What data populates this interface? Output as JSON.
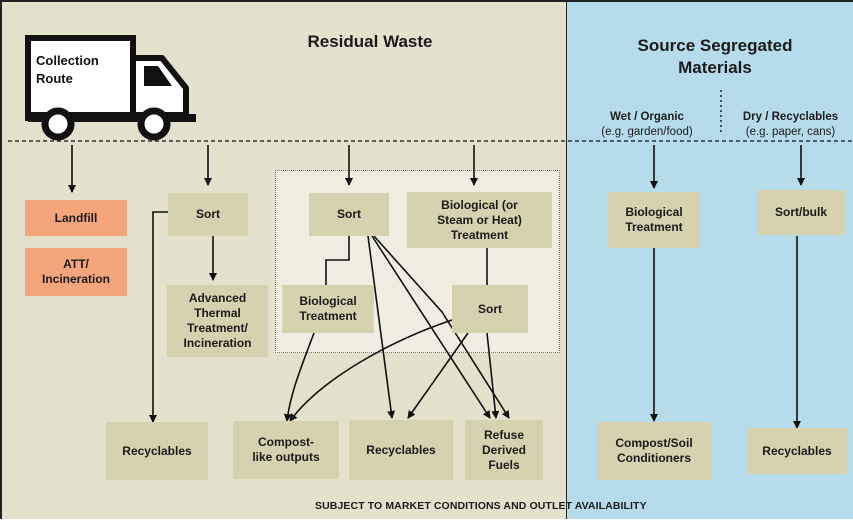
{
  "titles": {
    "residual": "Residual Waste",
    "source": "Source Segregated\nMaterials"
  },
  "truck": {
    "label": "Collection\nRoute"
  },
  "streams": {
    "wet_title": "Wet / Organic",
    "wet_example": "(e.g. garden/food)",
    "dry_title": "Dry / Recyclables",
    "dry_example": "(e.g. paper, cans)"
  },
  "nodes": {
    "landfill": "Landfill",
    "att": "ATT/\nIncineration",
    "sort_1": "Sort",
    "advanced_thermal": "Advanced\nThermal\nTreatment/\nIncineration",
    "sort_2": "Sort",
    "biological_steam": "Biological (or\nSteam or Heat)\nTreatment",
    "biological_treatment_1": "Biological\nTreatment",
    "sort_3": "Sort",
    "recyclables_1": "Recyclables",
    "compost_like": "Compost-\nlike outputs",
    "recyclables_2": "Recyclables",
    "rdf": "Refuse\nDerived\nFuels",
    "biological_treatment_2": "Biological\nTreatment",
    "sort_bulk": "Sort/bulk",
    "compost_soil": "Compost/Soil\nConditioners",
    "recyclables_3": "Recyclables"
  },
  "footer": "SUBJECT TO MARKET CONDITIONS AND OUTLET AVAILABILITY",
  "colors": {
    "residual_panel": "#e4e2cc",
    "source_panel": "#b6dcec",
    "process_box": "#d6d1ae",
    "disposal_box": "#f4a57c"
  }
}
